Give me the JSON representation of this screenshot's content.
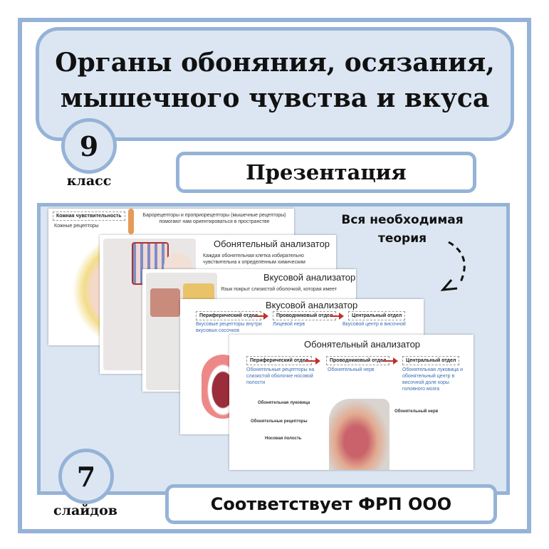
{
  "title": {
    "line1": "Органы обоняния, осязания,",
    "line2": "мышечного чувства и вкуса"
  },
  "grade": {
    "number": "9",
    "label": "класс"
  },
  "type_label": "Презентация",
  "note": {
    "line1": "Вся необходимая",
    "line2": "теория"
  },
  "slides_count": {
    "number": "7",
    "label": "слайдов"
  },
  "standard": "Соответствует ФРП ООО",
  "colors": {
    "border": "#95b3d7",
    "fill": "#dce6f2"
  },
  "slides": [
    {
      "tag": "Кожная чувствительность",
      "label": "Кожные рецепторы",
      "text": "Барорецепторы и проприорецепторы (мышечные рецепторы) помогают нам ориентироваться в пространстве"
    },
    {
      "title": "Обонятельный анализатор",
      "text": "Каждая обонятельная клетка избирательно чувствительна к определённым химическим"
    },
    {
      "title": "Вкусовой анализатор",
      "text": "Язык покрыт слизистой оболочкой, которая имеет"
    },
    {
      "title": "Вкусовой анализатор",
      "sections": [
        "Периферический отдел",
        "Проводниковый отдел",
        "Центральный отдел"
      ],
      "items": [
        "Вкусовые рецепторы внутри вкусовых сосочков",
        "Лицевой нерв",
        "Вкусовой центр в височной"
      ]
    },
    {
      "title": "Обонятельный анализатор",
      "sections": [
        "Периферический отдел",
        "Проводниковый отдел",
        "Центральный отдел"
      ],
      "items": [
        "Обонятельные рецепторы на слизистой оболочке носовой полости",
        "Обонятельный нерв",
        "Обонятельная луковица и обонятельный центр в височной доле коры головного мозга"
      ],
      "labels": [
        "Обонятельная луковица",
        "Обонятельный нерв",
        "Обонятельные рецепторы",
        "Носовая полость"
      ]
    }
  ]
}
